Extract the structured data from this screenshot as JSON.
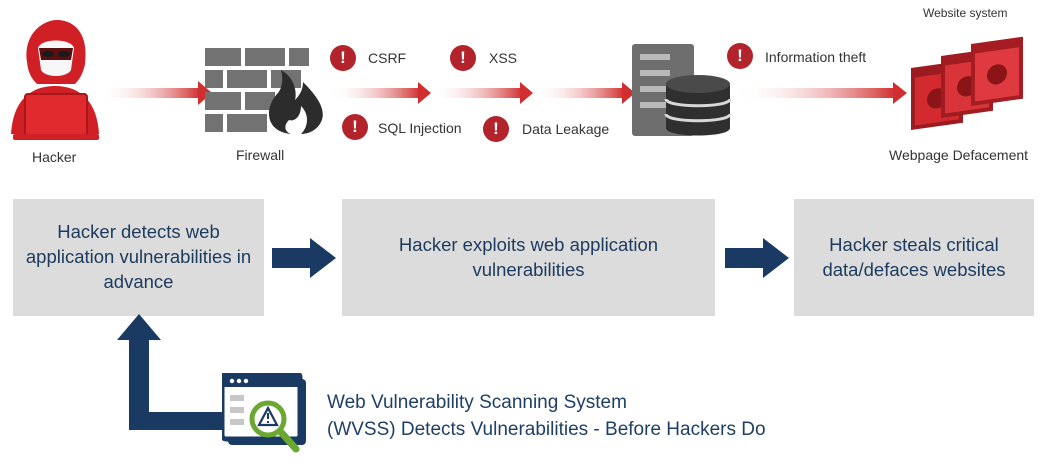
{
  "diagram": {
    "top_labels": {
      "hacker": "Hacker",
      "firewall": "Firewall",
      "website_system": "Website system",
      "defacement": "Webpage Defacement"
    },
    "threats": {
      "csrf": "CSRF",
      "xss": "XSS",
      "sql_injection": "SQL Injection",
      "data_leakage": "Data Leakage",
      "information_theft": "Information theft"
    },
    "steps": [
      "Hacker detects web application vulnerabilities in advance",
      "Hacker exploits web application vulnerabilities",
      "Hacker steals critical data/defaces websites"
    ],
    "wvss_caption": {
      "line1": "Web Vulnerability Scanning System",
      "line2": "(WVSS) Detects Vulnerabilities - Before Hackers Do"
    },
    "colors": {
      "accent_red": "#b3232b",
      "navy": "#1b3a63",
      "box_gray": "#dcdcdc"
    }
  }
}
